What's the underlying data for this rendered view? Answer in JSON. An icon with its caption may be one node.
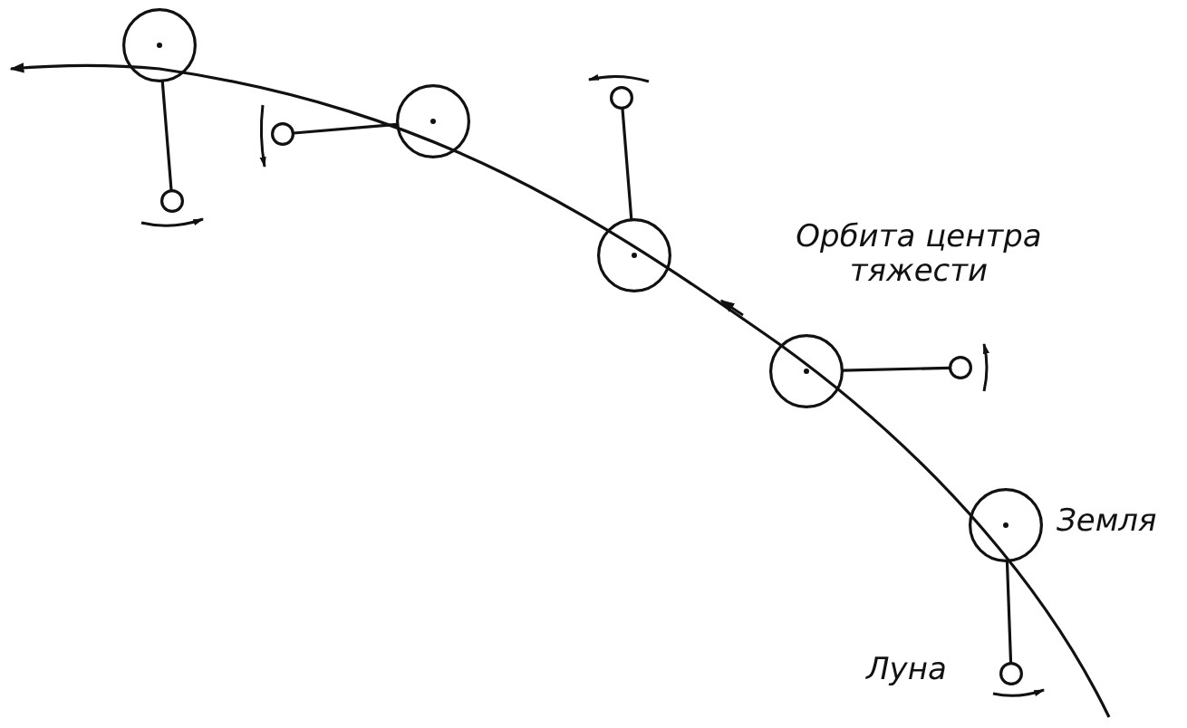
{
  "diagram": {
    "nodes": [
      {
        "text": [],
        "shape": "circle"
      },
      {
        "text": [],
        "shape": "circle"
      },
      {
        "text": [],
        "shape": "circle"
      },
      {
        "text": [],
        "shape": "circle"
      },
      {
        "text": [],
        "shape": "circle"
      },
      {
        "text": [],
        "shape": "circle"
      },
      {
        "text": [],
        "shape": "circle"
      },
      {
        "text": [],
        "shape": "circle"
      },
      {
        "text": [],
        "shape": "circle",
        "beside": [
          "Земля"
        ]
      },
      {
        "text": [],
        "shape": "circle",
        "beside": [
          "Луна"
        ]
      }
    ],
    "edges": [
      {
        "from": 0,
        "to": 1,
        "arrow": "none"
      },
      {
        "from": 2,
        "to": 3,
        "arrow": "none"
      },
      {
        "from": 4,
        "to": 5,
        "arrow": "none"
      },
      {
        "from": 6,
        "to": 7,
        "arrow": "none"
      },
      {
        "from": 8,
        "to": 9,
        "arrow": "none"
      }
    ],
    "labels": [
      "Орбита центра тяжести"
    ]
  }
}
